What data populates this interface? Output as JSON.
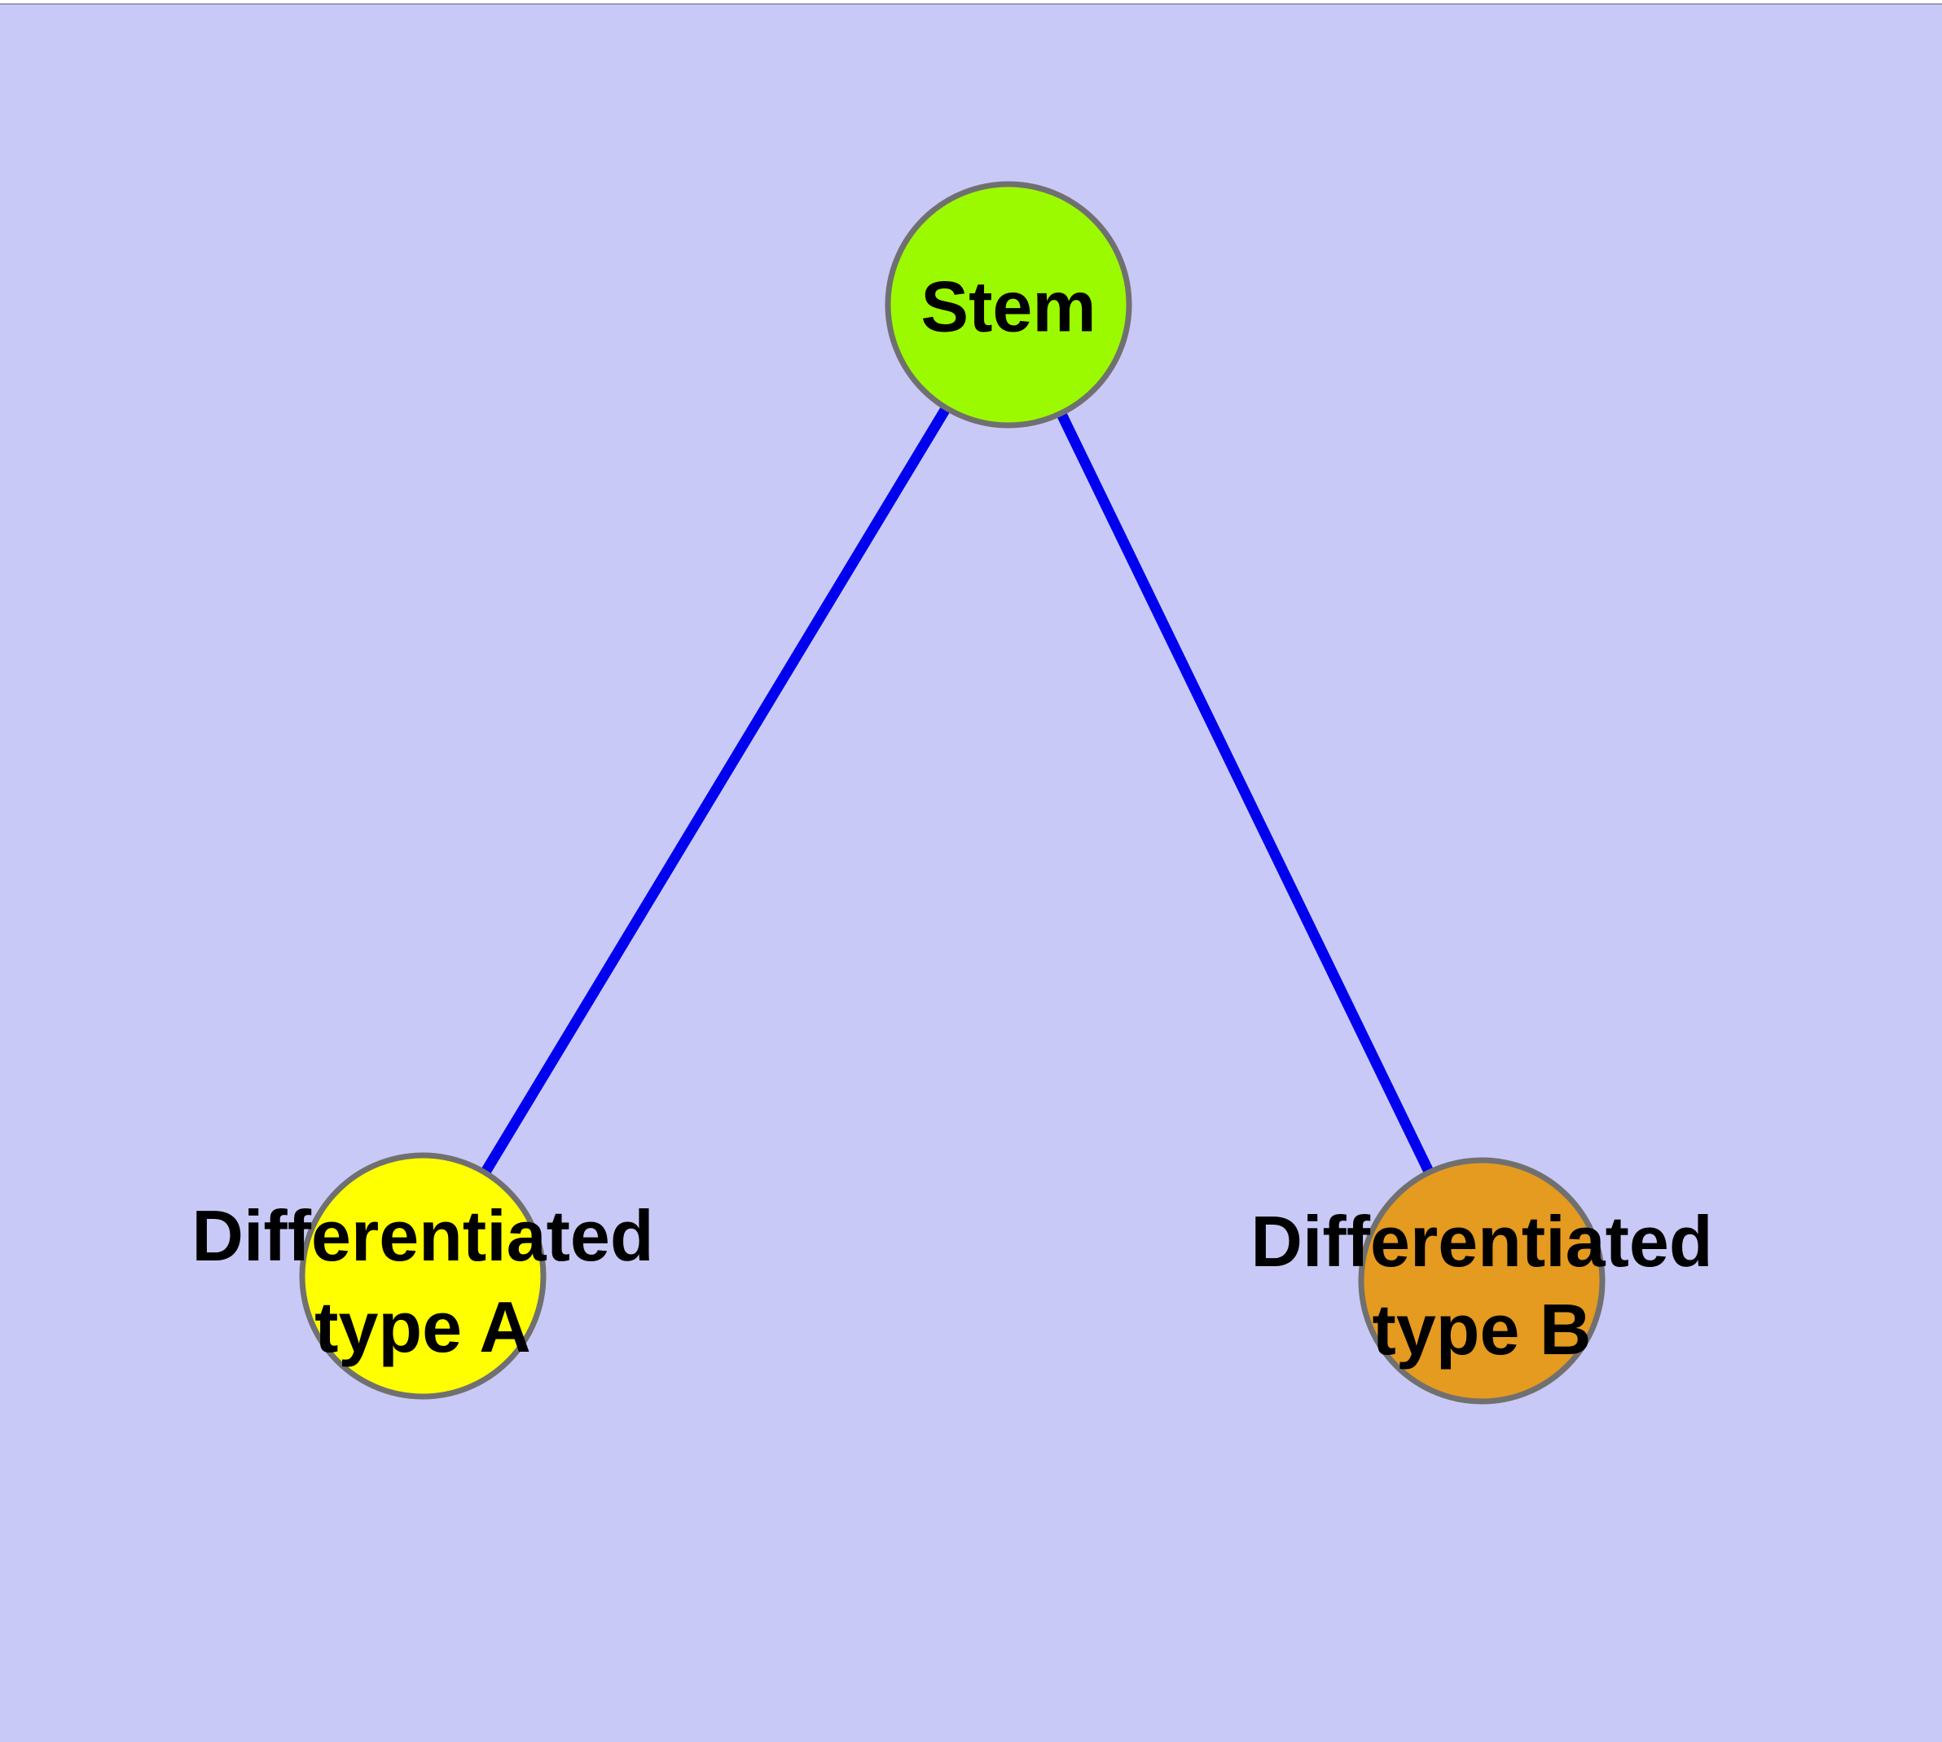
{
  "canvas": {
    "background": "#C9C9F7",
    "top_strip_color": "#FFFFFF",
    "top_hairline_color": "#9A9AB8"
  },
  "graph": {
    "edge_color": "#0000EE",
    "node_border_color": "#707070",
    "label_color": "#000000",
    "nodes": [
      {
        "id": "stem",
        "label": "Stem",
        "label_line1": "Stem",
        "label_line2": "",
        "fill": "#9BFA00"
      },
      {
        "id": "typeA",
        "label": "Differentiated type A",
        "label_line1": "Differentiated",
        "label_line2": "type A",
        "fill": "#FFFF00"
      },
      {
        "id": "typeB",
        "label": "Differentiated type B",
        "label_line1": "Differentiated",
        "label_line2": "type B",
        "fill": "#E59A20"
      }
    ],
    "edges": [
      {
        "from": "Stem",
        "to": "Differentiated type A"
      },
      {
        "from": "Stem",
        "to": "Differentiated type B"
      }
    ]
  }
}
